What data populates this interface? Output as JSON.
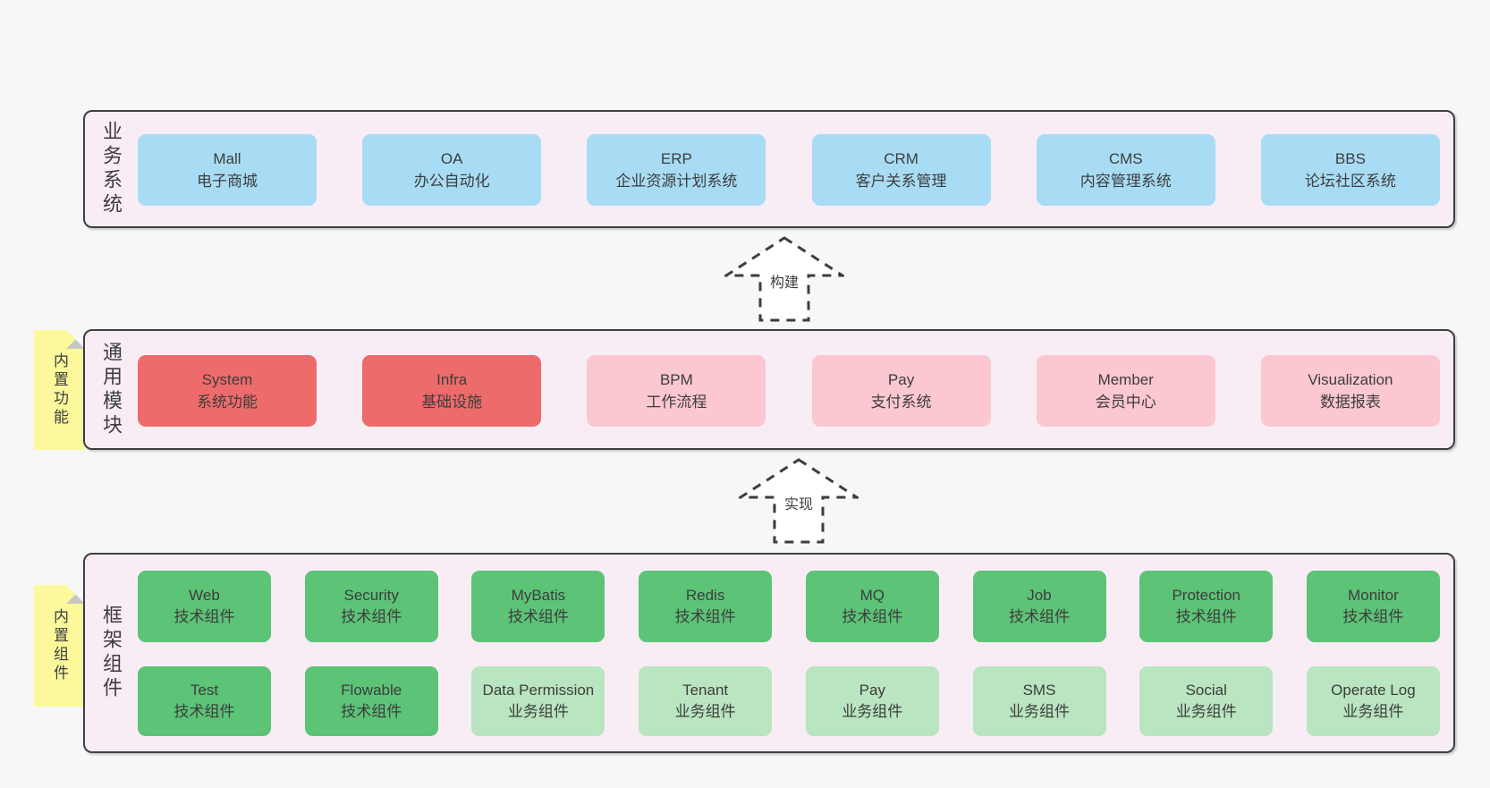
{
  "diagram": {
    "arrows": [
      {
        "label": "构建"
      },
      {
        "label": "实现"
      }
    ],
    "layers": {
      "business": {
        "label": "业务系统",
        "boxes": [
          {
            "title": "Mall",
            "subtitle": "电子商城"
          },
          {
            "title": "OA",
            "subtitle": "办公自动化"
          },
          {
            "title": "ERP",
            "subtitle": "企业资源计划系统"
          },
          {
            "title": "CRM",
            "subtitle": "客户关系管理"
          },
          {
            "title": "CMS",
            "subtitle": "内容管理系统"
          },
          {
            "title": "BBS",
            "subtitle": "论坛社区系统"
          }
        ]
      },
      "modules": {
        "label": "通用模块",
        "note": "内置功能",
        "boxes": [
          {
            "title": "System",
            "subtitle": "系统功能"
          },
          {
            "title": "Infra",
            "subtitle": "基础设施"
          },
          {
            "title": "BPM",
            "subtitle": "工作流程"
          },
          {
            "title": "Pay",
            "subtitle": "支付系统"
          },
          {
            "title": "Member",
            "subtitle": "会员中心"
          },
          {
            "title": "Visualization",
            "subtitle": "数据报表"
          }
        ]
      },
      "components": {
        "label": "框架组件",
        "note": "内置组件",
        "row1": [
          {
            "title": "Web",
            "subtitle": "技术组件"
          },
          {
            "title": "Security",
            "subtitle": "技术组件"
          },
          {
            "title": "MyBatis",
            "subtitle": "技术组件"
          },
          {
            "title": "Redis",
            "subtitle": "技术组件"
          },
          {
            "title": "MQ",
            "subtitle": "技术组件"
          },
          {
            "title": "Job",
            "subtitle": "技术组件"
          },
          {
            "title": "Protection",
            "subtitle": "技术组件"
          },
          {
            "title": "Monitor",
            "subtitle": "技术组件"
          }
        ],
        "row2": [
          {
            "title": "Test",
            "subtitle": "技术组件"
          },
          {
            "title": "Flowable",
            "subtitle": "技术组件"
          },
          {
            "title": "Data Permission",
            "subtitle": "业务组件"
          },
          {
            "title": "Tenant",
            "subtitle": "业务组件"
          },
          {
            "title": "Pay",
            "subtitle": "业务组件"
          },
          {
            "title": "SMS",
            "subtitle": "业务组件"
          },
          {
            "title": "Social",
            "subtitle": "业务组件"
          },
          {
            "title": "Operate Log",
            "subtitle": "业务组件"
          }
        ]
      }
    },
    "colors": {
      "background": "#f7f7f7",
      "panel_bg": "#f8edf5",
      "panel_border": "#3f3f3f",
      "blue_box": "#a8dcf4",
      "red_box": "#ee6b6b",
      "pink_box": "#fbc7d0",
      "green_box": "#5cc377",
      "light_green_box": "#b9e5c0",
      "note_yellow": "#fbf99c",
      "text": "#3d3d3d"
    }
  }
}
